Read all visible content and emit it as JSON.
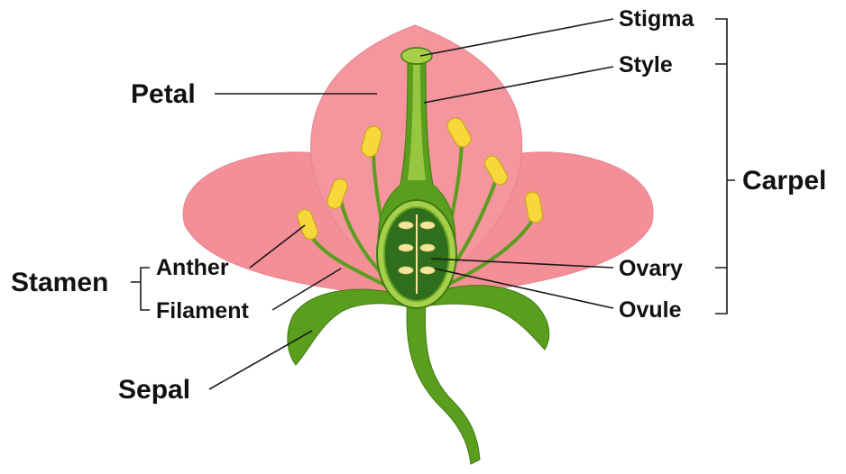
{
  "labels": {
    "petal": "Petal",
    "stigma": "Stigma",
    "style": "Style",
    "carpel": "Carpel",
    "stamen": "Stamen",
    "anther": "Anther",
    "filament": "Filament",
    "ovary": "Ovary",
    "ovule": "Ovule",
    "sepal": "Sepal"
  },
  "colors": {
    "petal": "#f48e97",
    "petal_edge": "#e07a85",
    "green": "#5a9e1e",
    "green_dark": "#3f7a12",
    "green_light": "#a6cf4a",
    "ovary_inner": "#2e6e1c",
    "ovule": "#f3e59a",
    "anther": "#f6d83a",
    "anther_edge": "#c9a81a"
  }
}
